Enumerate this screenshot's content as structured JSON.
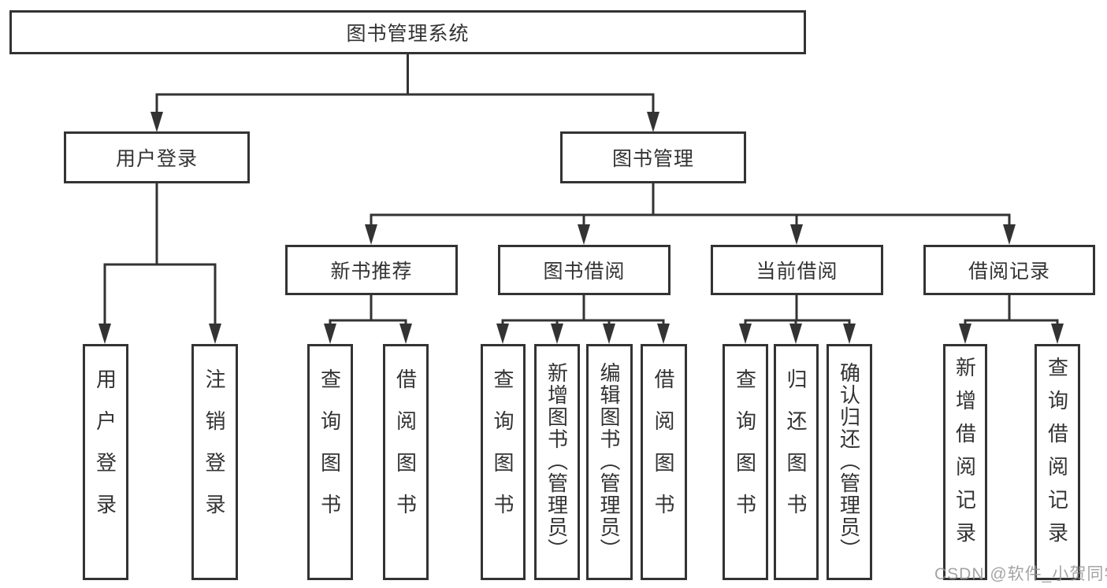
{
  "colors": {
    "background": "#ffffff",
    "line": "#333333",
    "box_border": "#333333",
    "text": "#333333",
    "watermark": "#949494"
  },
  "tree": {
    "root": {
      "label": "图书管理系统"
    },
    "branches": [
      {
        "label": "用户登录",
        "children": [
          {
            "label": "用户登录"
          },
          {
            "label": "注销登录"
          }
        ]
      },
      {
        "label": "图书管理",
        "children": [
          {
            "label": "新书推荐",
            "children": [
              {
                "label": "查询图书"
              },
              {
                "label": "借阅图书"
              }
            ]
          },
          {
            "label": "图书借阅",
            "children": [
              {
                "label": "查询图书"
              },
              {
                "label": "新增图书（管理员）"
              },
              {
                "label": "编辑图书（管理员）"
              },
              {
                "label": "借阅图书"
              }
            ]
          },
          {
            "label": "当前借阅",
            "children": [
              {
                "label": "查询图书"
              },
              {
                "label": "归还图书"
              },
              {
                "label": "确认归还（管理员）"
              }
            ]
          },
          {
            "label": "借阅记录",
            "children": [
              {
                "label": "新增借阅记录"
              },
              {
                "label": "查询借阅记录"
              }
            ]
          }
        ]
      }
    ]
  },
  "watermark": {
    "text": "CSDN @软件_小贺同学"
  }
}
